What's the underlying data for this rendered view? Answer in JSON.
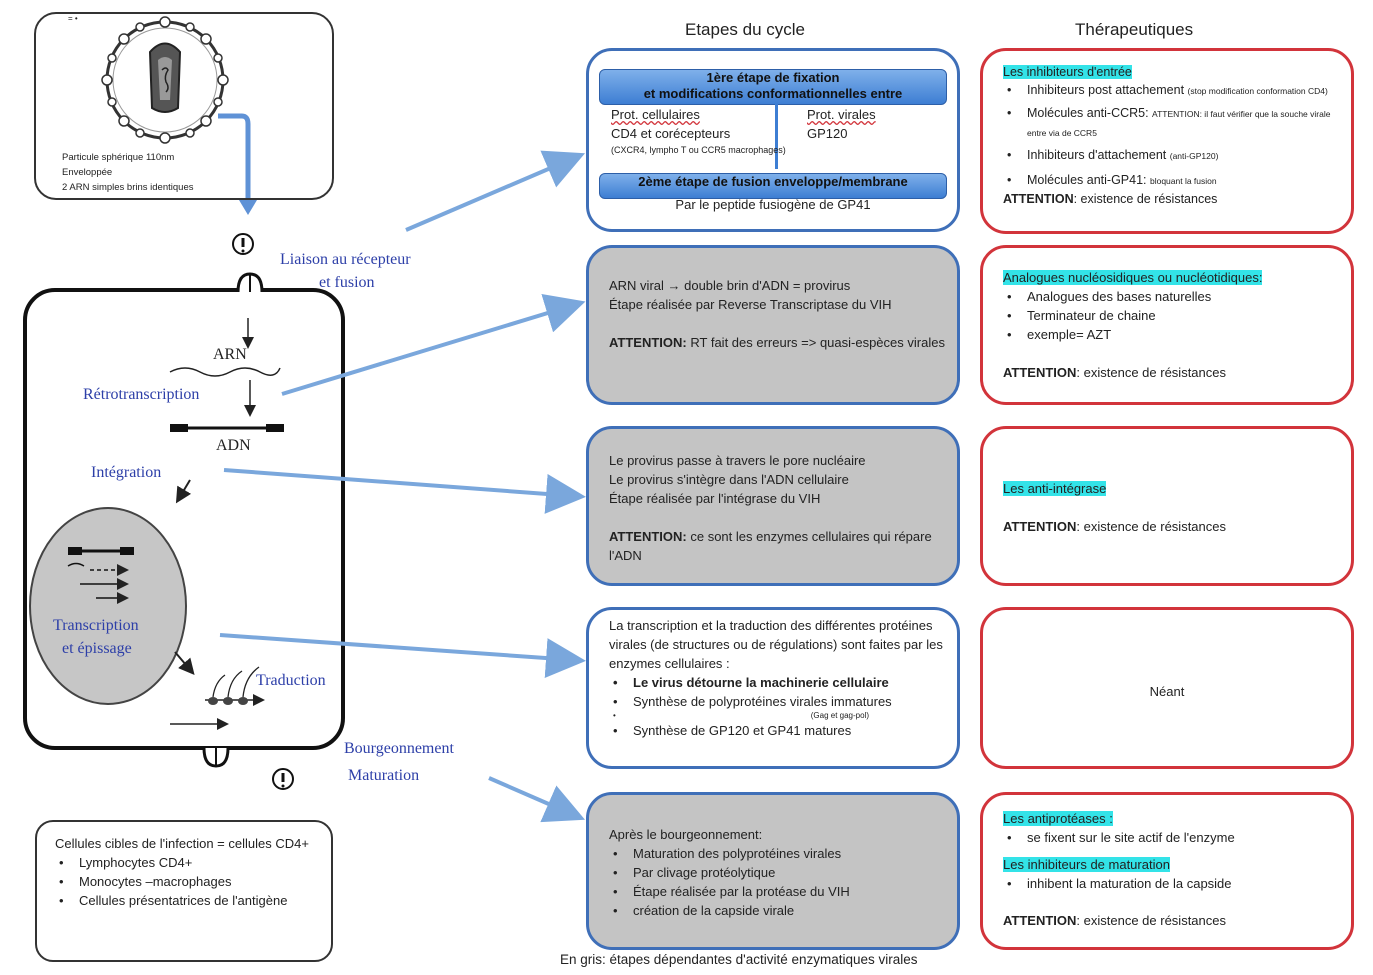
{
  "headers": {
    "etapes": "Etapes du cycle",
    "therapeutiques": "Thérapeutiques"
  },
  "virus": {
    "top_marks": "= •",
    "lines": [
      "Particule sphérique 110nm",
      "Enveloppée",
      "2 ARN simples brins identiques"
    ]
  },
  "cell_labels": {
    "liaison": "Liaison au récepteur",
    "fusion": "et fusion",
    "arn": "ARN",
    "retro": "Rétrotranscription",
    "adn": "ADN",
    "integration": "Intégration",
    "transcription": "Transcription",
    "epissage": "et épissage",
    "traduction": "Traduction",
    "bourgeonnement": "Bourgeonnement",
    "maturation": "Maturation"
  },
  "cibles": {
    "title": "Cellules cibles de l'infection = cellules CD4+",
    "items": [
      "Lymphocytes CD4+",
      "Monocytes –macrophages",
      "Cellules présentatrices de l'antigène"
    ]
  },
  "step1": {
    "bar1_line1": "1ère étape de fixation",
    "bar1_line2": "et modifications conformationnelles entre",
    "col1_title": "Prot. cellulaires",
    "col1_text": "CD4 et corécepteurs",
    "col1_small": "(CXCR4, lympho T ou CCR5 macrophages)",
    "col2_title": "Prot. virales",
    "col2_text": "GP120",
    "bar2": "2ème étape de fusion enveloppe/membrane",
    "footer": "Par le peptide fusiogène de GP41"
  },
  "step2": {
    "line1": "ARN viral → double brin d'ADN = provirus",
    "line2": "Étape réalisée par Reverse Transcriptase du VIH",
    "attention_label": "ATTENTION:",
    "attention_text": " RT fait des erreurs => quasi-espèces virales"
  },
  "step3": {
    "line1": "Le provirus passe à travers le pore nucléaire",
    "line2": "Le provirus s'intègre dans l'ADN cellulaire",
    "line3": "Étape réalisée par l'intégrase du VIH",
    "attention_label": "ATTENTION:",
    "attention_text": " ce sont les enzymes cellulaires qui répare l'ADN"
  },
  "step4": {
    "intro": "La transcription et la traduction des différentes protéines virales (de structures ou de régulations) sont faites par les enzymes cellulaires :",
    "item1": "Le virus détourne la machinerie cellulaire",
    "item2": "Synthèse de polyprotéines virales immatures",
    "item2_small": "(Gag et gag-pol)",
    "item3": "Synthèse de GP120 et GP41 matures"
  },
  "step5": {
    "intro": "Après le bourgeonnement:",
    "items": [
      "Maturation des polyprotéines virales",
      "Par clivage protéolytique",
      "Étape réalisée par la protéase du VIH",
      "création de la capside virale"
    ]
  },
  "ther1": {
    "title": "Les inhibiteurs d'entrée",
    "item1": "Inhibiteurs post attachement ",
    "item1_small": "(stop modification conformation CD4)",
    "item2": "Molécules anti-CCR5: ",
    "item2_small": "ATTENTION: il faut vérifier que la souche virale entre via de CCR5",
    "item3": "Inhibiteurs d'attachement ",
    "item3_small": "(anti-GP120)",
    "item4": "Molécules anti-GP41: ",
    "item4_small": "bloquant la fusion",
    "attention_label": "ATTENTION",
    "attention_text": ": existence de résistances"
  },
  "ther2": {
    "title": "Analogues nucléosidiques ou nucléotidiques:",
    "items": [
      "Analogues des bases naturelles",
      "Terminateur de chaine",
      "exemple= AZT"
    ],
    "attention_label": "ATTENTION",
    "attention_text": ": existence de résistances"
  },
  "ther3": {
    "title": "Les anti-intégrase",
    "attention_label": "ATTENTION",
    "attention_text": ": existence de résistances"
  },
  "ther4": {
    "text": "Néant"
  },
  "ther5": {
    "title1": "Les antiprotéases :",
    "item1": "se fixent sur le site actif de l'enzyme",
    "title2": "Les inhibiteurs de maturation",
    "item2": "inhibent la maturation de la capside",
    "attention_label": "ATTENTION",
    "attention_text": ": existence de résistances"
  },
  "footer": "En gris: étapes dépendantes d'activité enzymatiques virales",
  "colors": {
    "blue_border": "#3f6fb8",
    "red_border": "#d2343b",
    "grey": "#c4c4c4",
    "highlight": "#33e3e8",
    "arrow": "#7aa7dc"
  }
}
